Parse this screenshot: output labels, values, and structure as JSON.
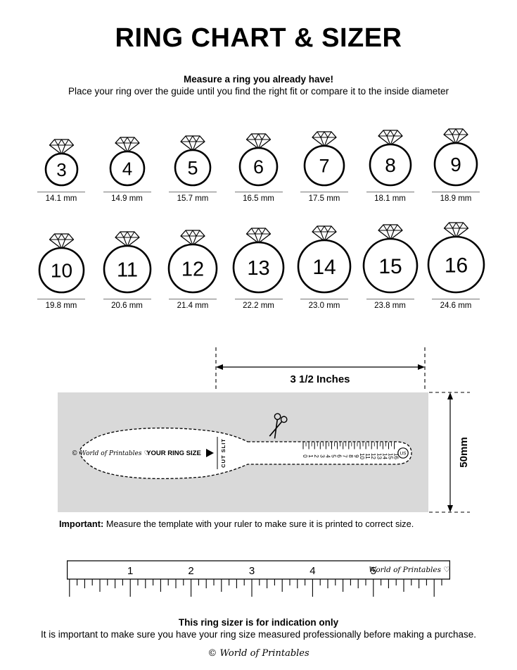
{
  "page": {
    "title": "RING CHART & SIZER",
    "subtitle": "Measure a ring you already have!",
    "description": "Place your ring over the guide until you find the right fit or compare it to the inside diameter"
  },
  "ring_chart": {
    "rows": [
      {
        "rings": [
          {
            "size": "3",
            "diameter": "14.1 mm"
          },
          {
            "size": "4",
            "diameter": "14.9 mm"
          },
          {
            "size": "5",
            "diameter": "15.7 mm"
          },
          {
            "size": "6",
            "diameter": "16.5 mm"
          },
          {
            "size": "7",
            "diameter": "17.5 mm"
          },
          {
            "size": "8",
            "diameter": "18.1 mm"
          },
          {
            "size": "9",
            "diameter": "18.9 mm"
          }
        ]
      },
      {
        "rings": [
          {
            "size": "10",
            "diameter": "19.8 mm"
          },
          {
            "size": "11",
            "diameter": "20.6 mm"
          },
          {
            "size": "12",
            "diameter": "21.4 mm"
          },
          {
            "size": "13",
            "diameter": "22.2 mm"
          },
          {
            "size": "14",
            "diameter": "23.0 mm"
          },
          {
            "size": "15",
            "diameter": "23.8 mm"
          },
          {
            "size": "16",
            "diameter": "24.6 mm"
          }
        ]
      }
    ]
  },
  "sizer": {
    "width_label": "3 1/2 Inches",
    "height_label": "50mm",
    "brand": "© World of Printables ♡",
    "your_ring_size_label": "YOUR RING SIZE",
    "cut_slit_label": "CUT SLIT",
    "us_label": "US",
    "scale_numbers": [
      "0",
      "1",
      "2",
      "3",
      "4",
      "5",
      "6",
      "7",
      "8",
      "9",
      "10",
      "11",
      "12",
      "13",
      "14",
      "15",
      "16"
    ]
  },
  "important_note": {
    "label": "Important:",
    "text": "Measure the template with your ruler to make sure it is printed to correct size."
  },
  "ruler": {
    "numbers": [
      "1",
      "2",
      "3",
      "4",
      "5"
    ],
    "brand": "World of Printables ♡"
  },
  "footer": {
    "headline": "This ring sizer is for indication only",
    "note": "It is important to make sure you have your ring size measured professionally before making a purchase.",
    "brand": "© World of Printables"
  },
  "icons": {
    "scissors": "scissors-icon",
    "pointer": "right-pointer-icon",
    "diamond_ring": "diamond-ring-icon"
  },
  "colors": {
    "ink": "#000000",
    "sizer_background": "#d9d9d9"
  }
}
